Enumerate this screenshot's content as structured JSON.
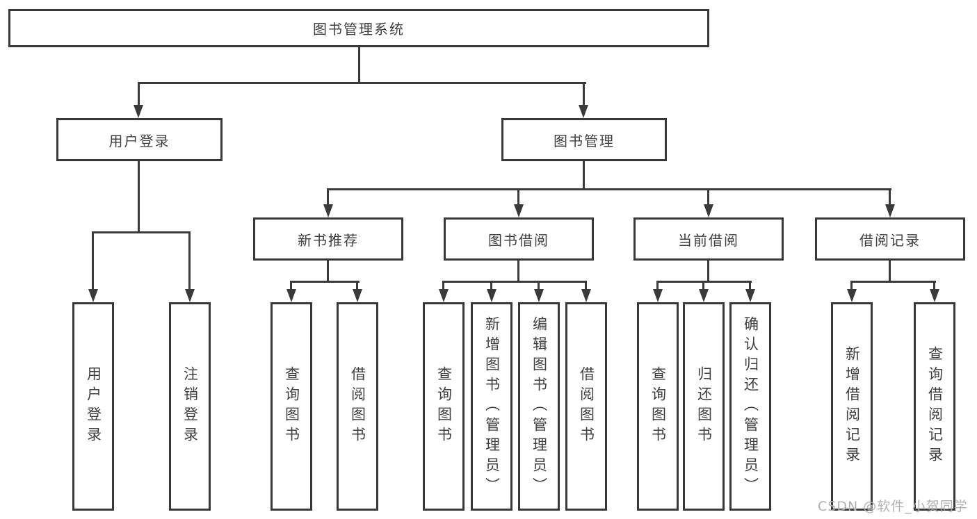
{
  "diagram_type": "hierarchy-tree",
  "root": {
    "label": "图书管理系统"
  },
  "branches": [
    {
      "label": "用户登录",
      "children": [
        {
          "label": "用户登录"
        },
        {
          "label": "注销登录"
        }
      ]
    },
    {
      "label": "图书管理",
      "children": [
        {
          "label": "新书推荐",
          "children": [
            {
              "label": "查询图书"
            },
            {
              "label": "借阅图书"
            }
          ]
        },
        {
          "label": "图书借阅",
          "children": [
            {
              "label": "查询图书"
            },
            {
              "label": "新增图书（管理员）"
            },
            {
              "label": "编辑图书（管理员）"
            },
            {
              "label": "借阅图书"
            }
          ]
        },
        {
          "label": "当前借阅",
          "children": [
            {
              "label": "查询图书"
            },
            {
              "label": "归还图书"
            },
            {
              "label": "确认归还（管理员）"
            }
          ]
        },
        {
          "label": "借阅记录",
          "children": [
            {
              "label": "新增借阅记录"
            },
            {
              "label": "查询借阅记录"
            }
          ]
        }
      ]
    }
  ],
  "watermark": {
    "text": "CSDN @软件_小贺同学"
  },
  "colors": {
    "line": "#3a3a3a",
    "border": "#383838",
    "text": "#3f3f3f",
    "background": "#ffffff",
    "watermark": "#b0b0b0"
  }
}
